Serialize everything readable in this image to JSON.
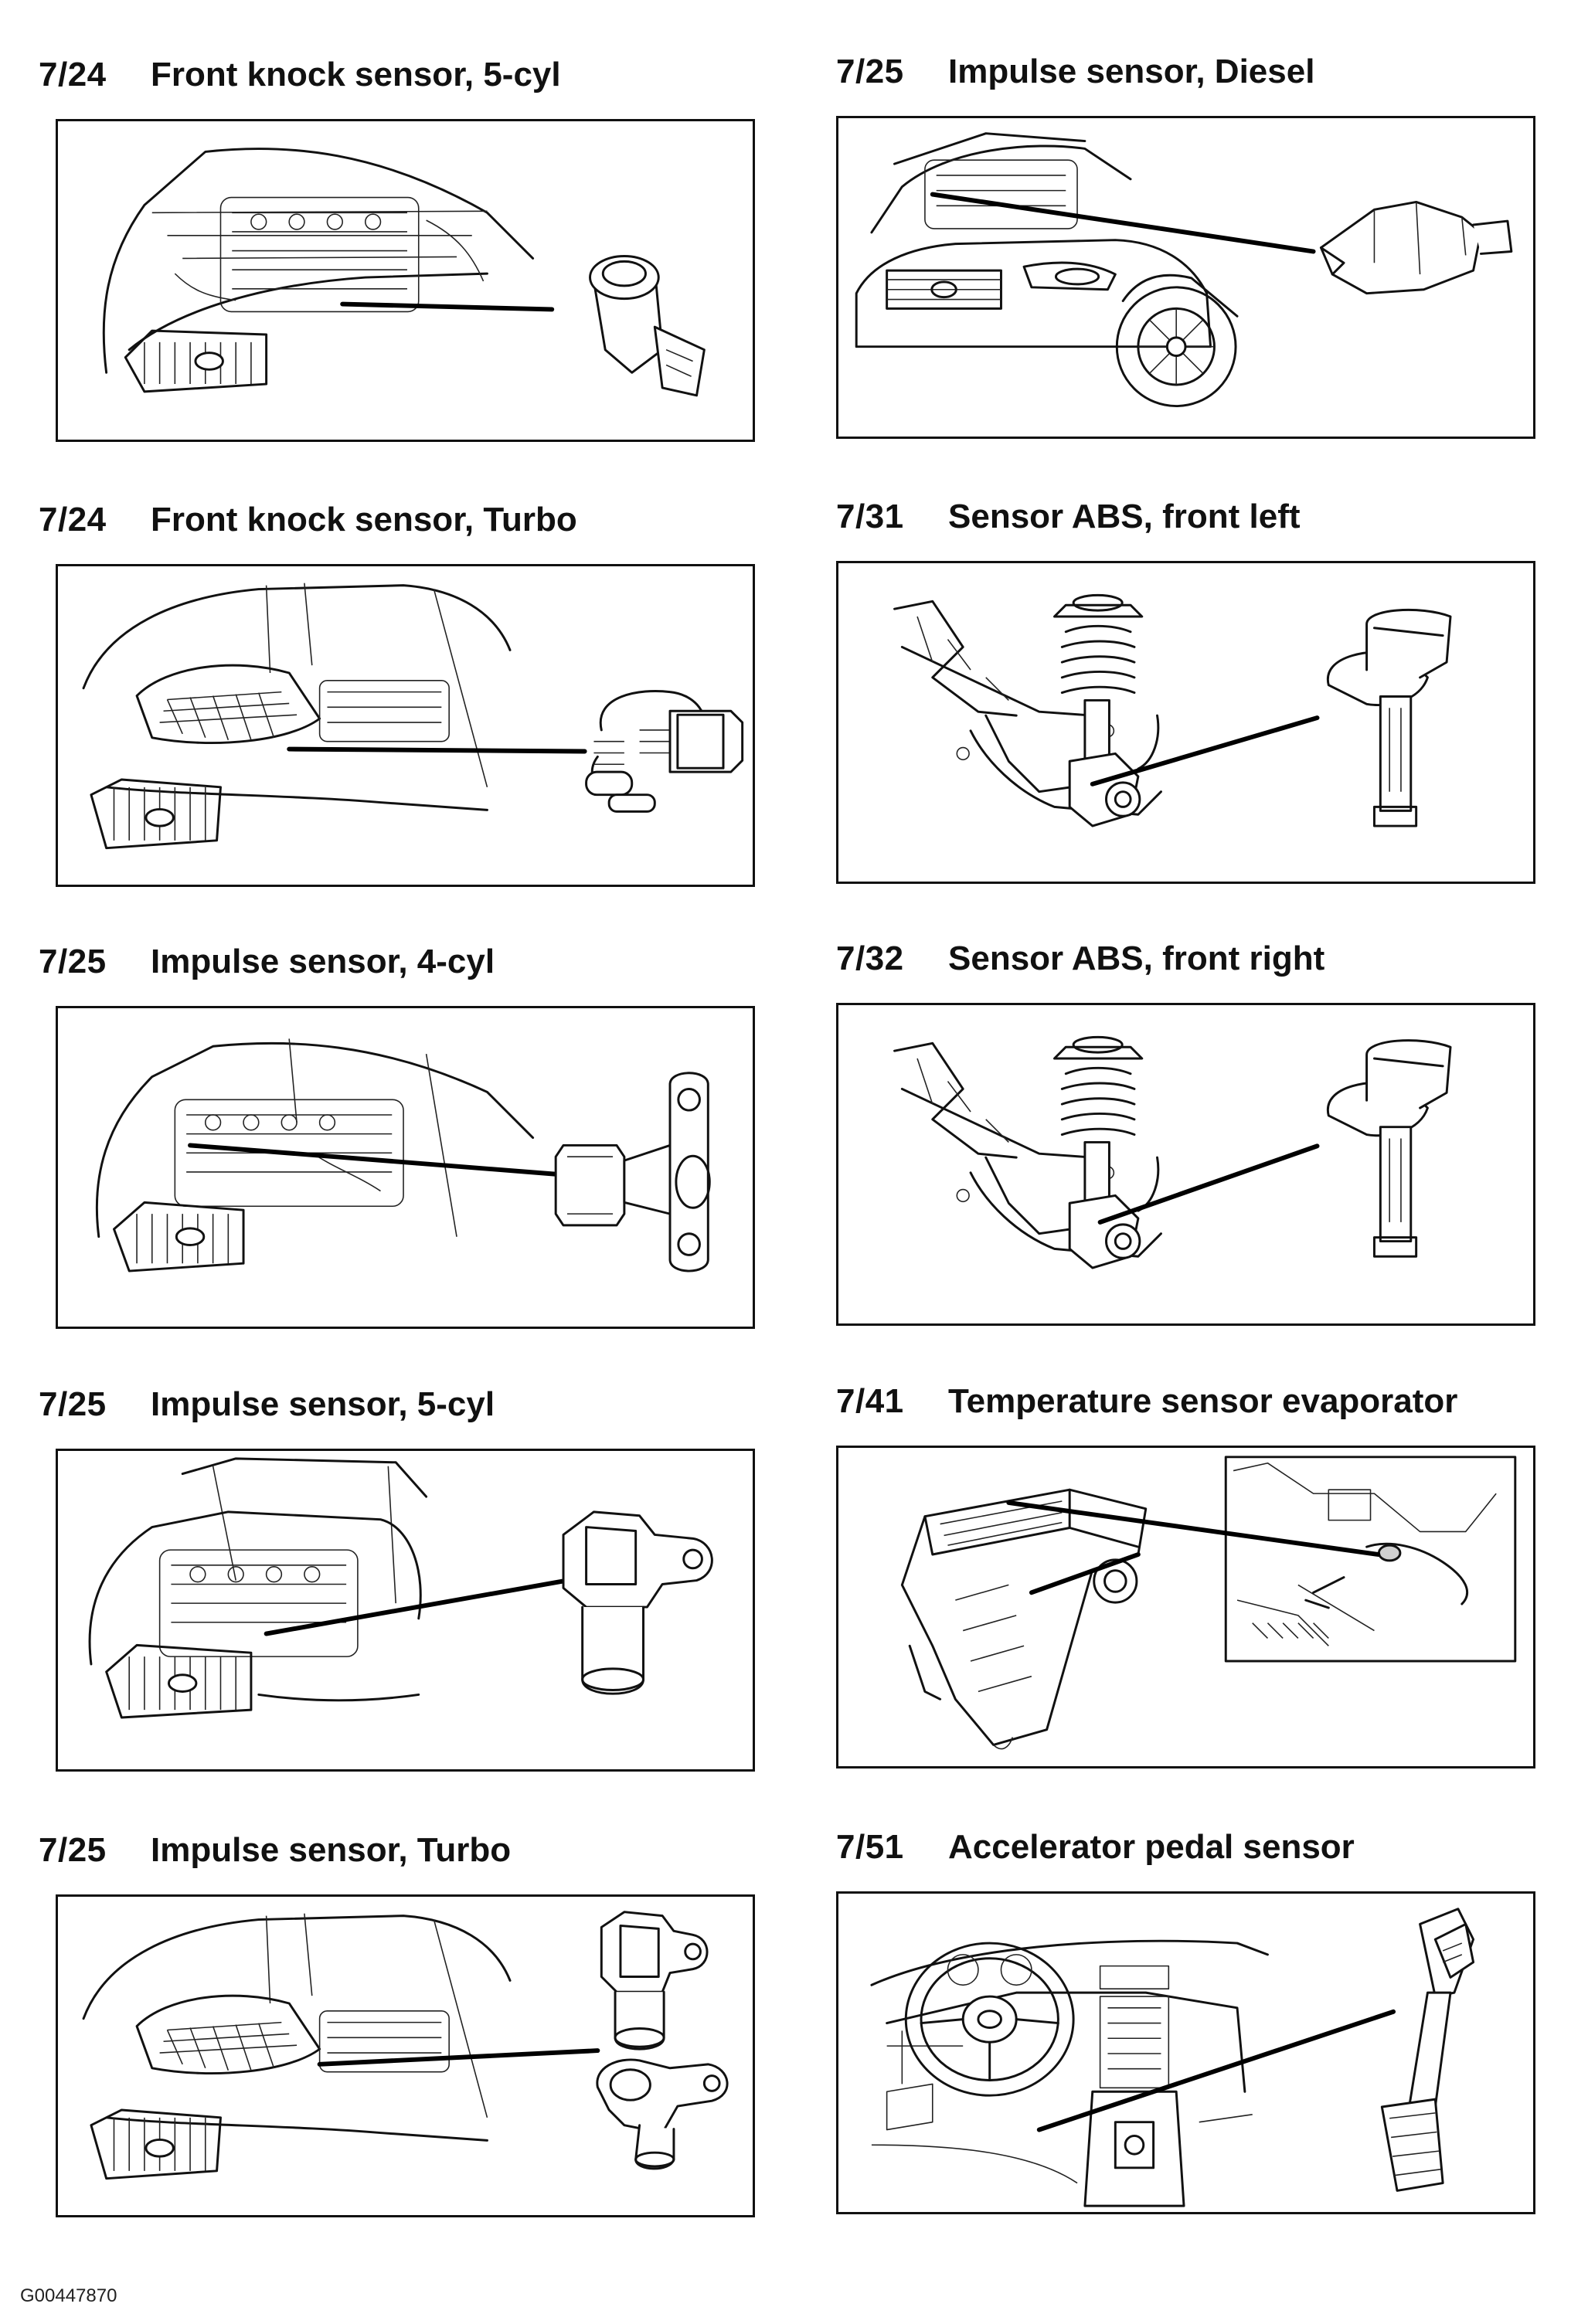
{
  "panels": [
    {
      "code": "7/24",
      "title": "Front knock sensor, 5-cyl",
      "illustration": "engine-bay-knock-sensor"
    },
    {
      "code": "7/25",
      "title": "Impulse sensor, Diesel",
      "illustration": "car-front-impulse-sensor"
    },
    {
      "code": "7/24",
      "title": "Front knock sensor, Turbo",
      "illustration": "engine-bay-knock-sensor-pair"
    },
    {
      "code": "7/31",
      "title": "Sensor ABS, front left",
      "illustration": "suspension-abs-sensor"
    },
    {
      "code": "7/25",
      "title": "Impulse sensor, 4-cyl",
      "illustration": "engine-bay-impulse-sensor"
    },
    {
      "code": "7/32",
      "title": "Sensor ABS, front right",
      "illustration": "suspension-abs-sensor"
    },
    {
      "code": "7/25",
      "title": "Impulse sensor, 5-cyl",
      "illustration": "engine-bay-impulse-sensor"
    },
    {
      "code": "7/41",
      "title": "Temperature sensor evaporator",
      "illustration": "hvac-evaporator-sensor"
    },
    {
      "code": "7/25",
      "title": "Impulse sensor, Turbo",
      "illustration": "engine-bay-impulse-sensor-pair"
    },
    {
      "code": "7/51",
      "title": "Accelerator pedal sensor",
      "illustration": "dashboard-accelerator-pedal"
    }
  ],
  "footer": {
    "id": "G00447870"
  }
}
